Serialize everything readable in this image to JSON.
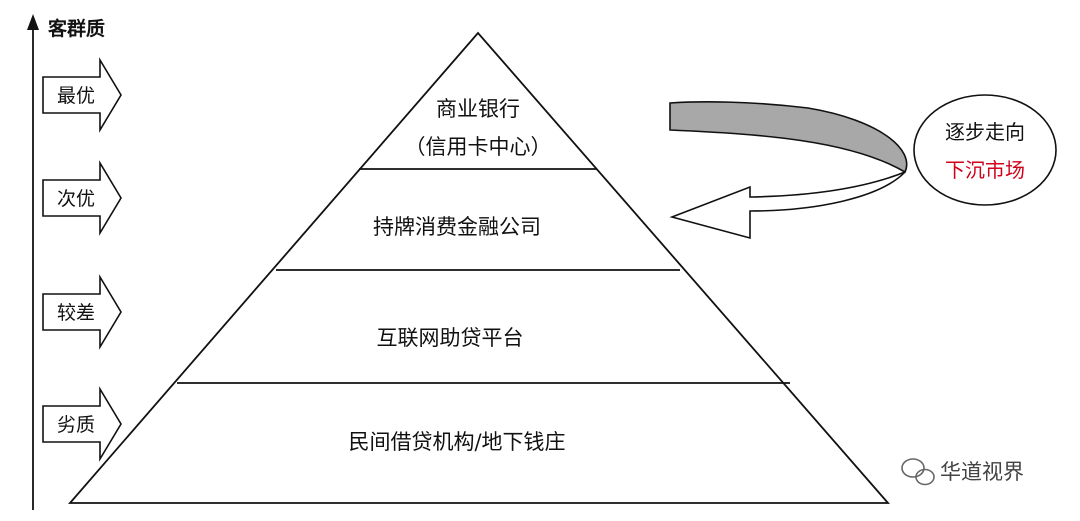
{
  "axis": {
    "title": "客群质"
  },
  "ranks": [
    {
      "label": "最优"
    },
    {
      "label": "次优"
    },
    {
      "label": "较差"
    },
    {
      "label": "劣质"
    }
  ],
  "tiers": [
    {
      "line1": "商业银行",
      "line2": "（信用卡中心）"
    },
    {
      "line1": "持牌消费金融公司"
    },
    {
      "line1": "互联网助贷平台"
    },
    {
      "line1": "民间借贷机构/地下钱庄"
    }
  ],
  "callout": {
    "line1": "逐步走向",
    "line2": "下沉市场",
    "line2_color": "#d0021b"
  },
  "watermark": {
    "text": "华道视界"
  }
}
